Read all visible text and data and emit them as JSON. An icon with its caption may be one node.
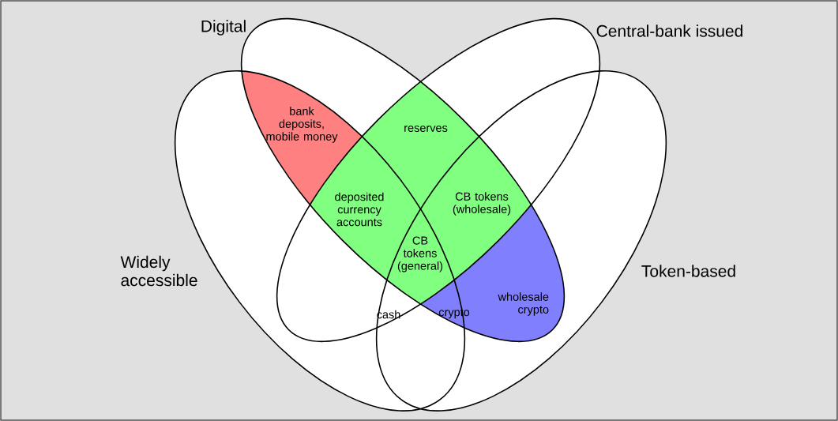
{
  "diagram": {
    "labels": [
      "Digital",
      "Central-bank issued",
      "bank deposits, mobile money",
      "reserves",
      "deposited currency accounts",
      "CB tokens (wholesale)",
      "Widely accessible",
      "CB tokens (general)",
      "Token-based",
      "wholesale crypto",
      "cash",
      "crypto"
    ]
  }
}
